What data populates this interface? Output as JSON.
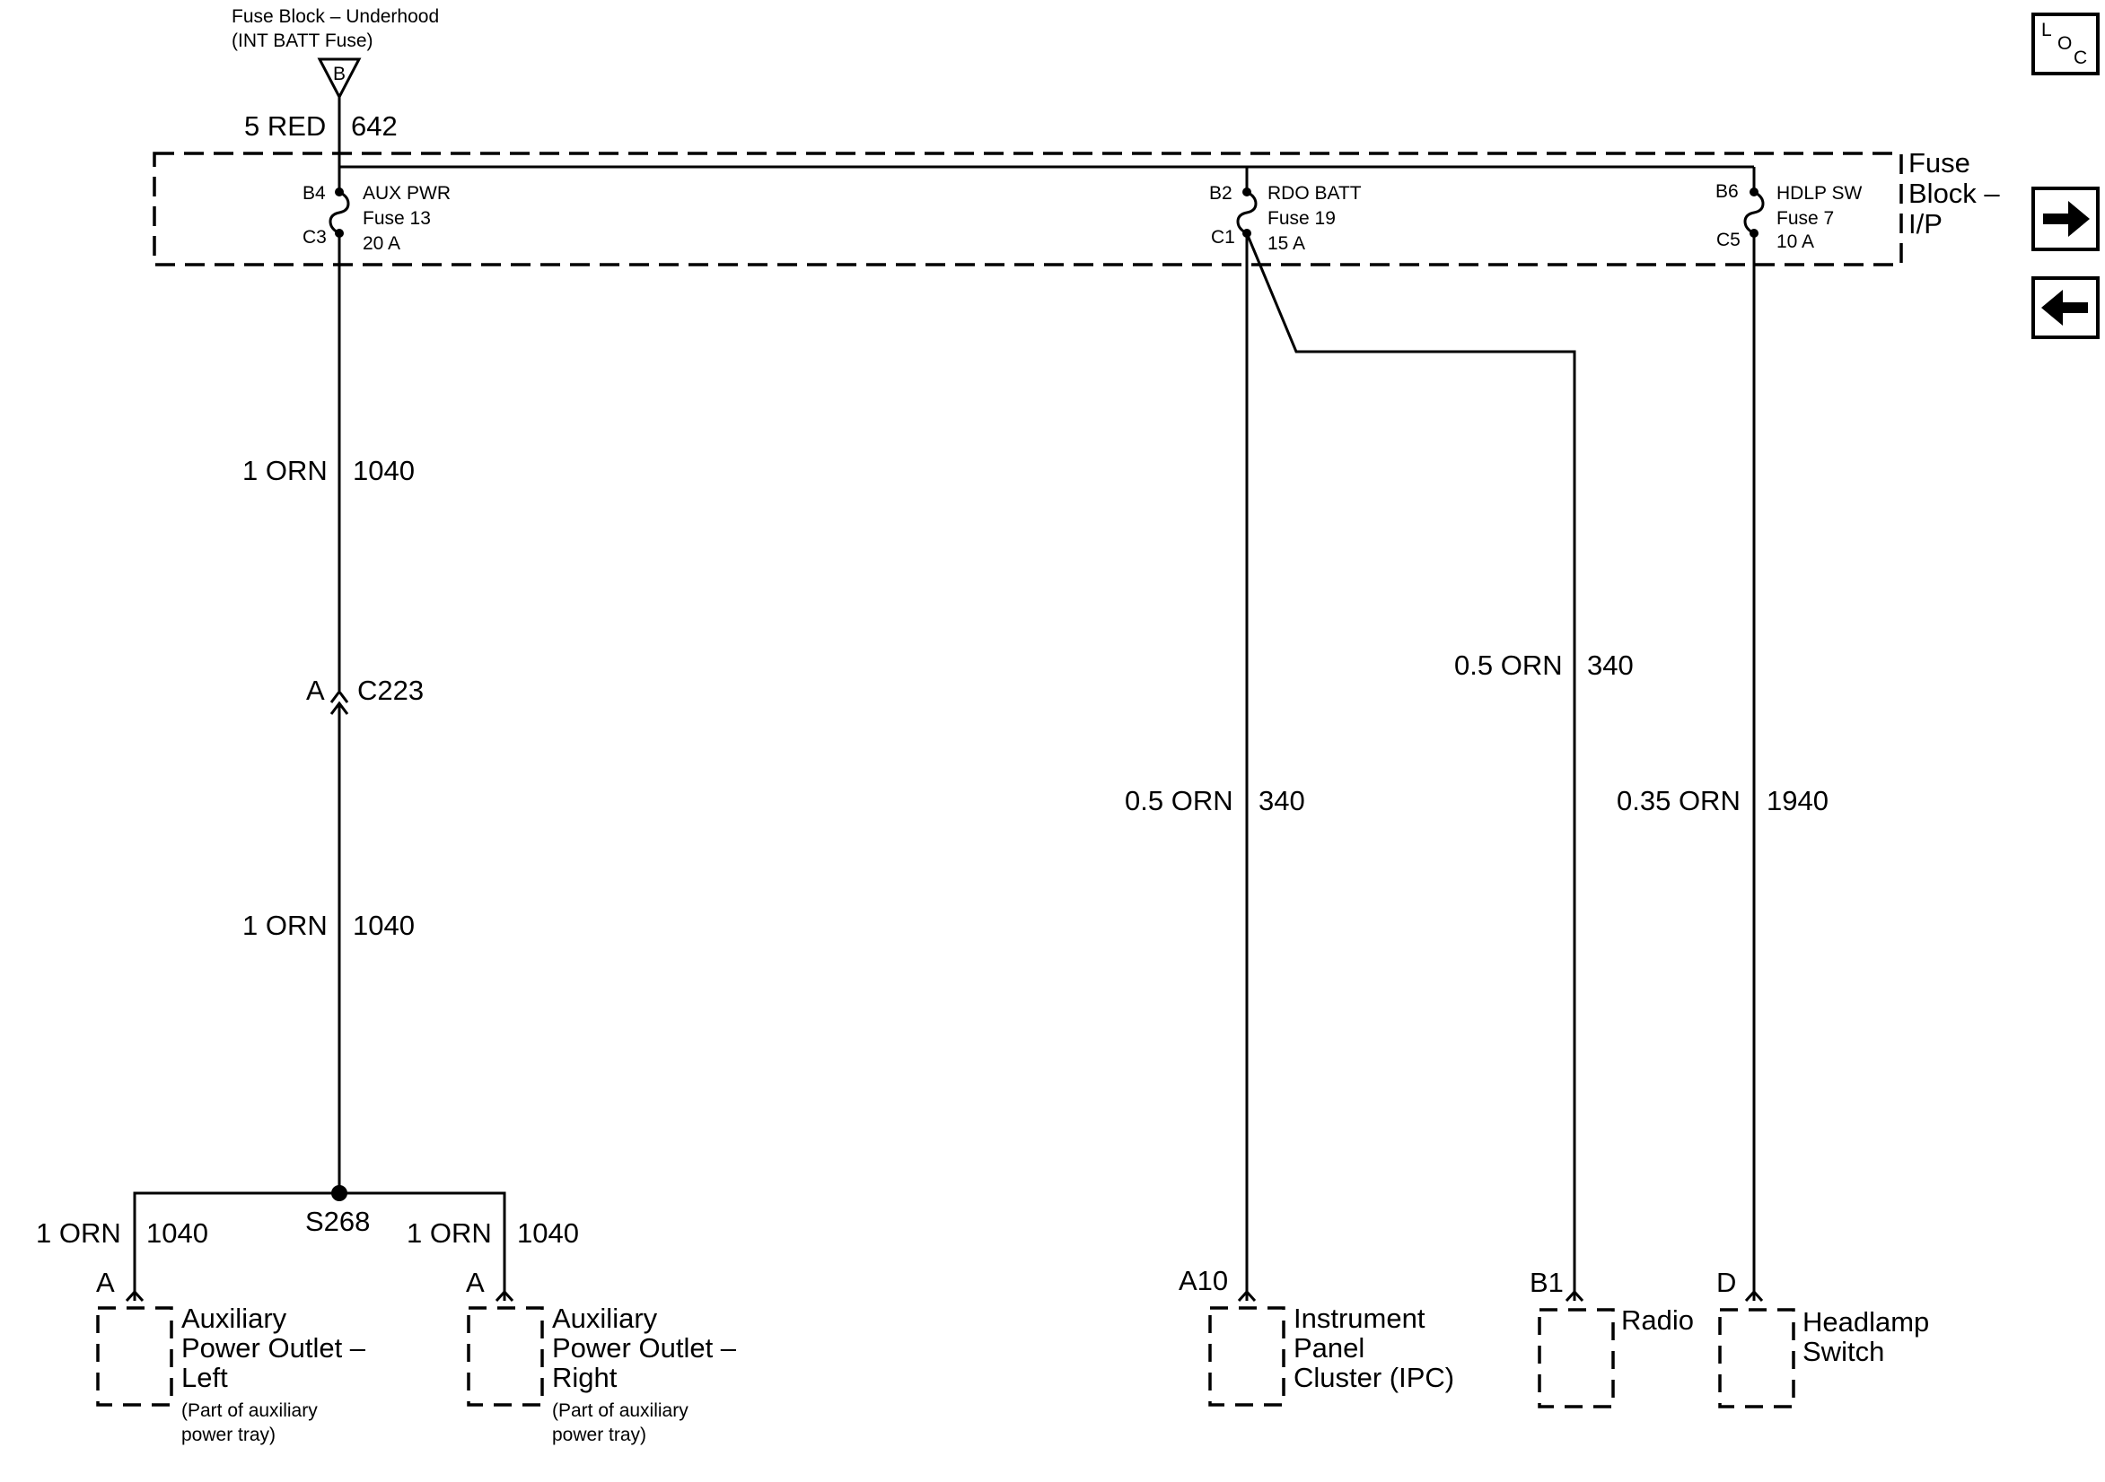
{
  "source": {
    "title_line1": "Fuse Block – Underhood",
    "title_line2": "(INT BATT Fuse)",
    "terminal": "B",
    "wire_size": "5 RED",
    "circuit": "642"
  },
  "fuse_block": {
    "label_line1": "Fuse",
    "label_line2": "Block –",
    "label_line3": "I/P",
    "fuses": [
      {
        "in_pin": "B4",
        "out_pin": "C3",
        "name": "AUX PWR",
        "fuse": "Fuse 13",
        "rating": "20 A"
      },
      {
        "in_pin": "B2",
        "out_pin": "C1",
        "name": "RDO BATT",
        "fuse": "Fuse 19",
        "rating": "15 A"
      },
      {
        "in_pin": "B6",
        "out_pin": "C5",
        "name": "HDLP SW",
        "fuse": "Fuse 7",
        "rating": "10 A"
      }
    ]
  },
  "wires": {
    "aux_upper": {
      "size": "1 ORN",
      "circuit": "1040"
    },
    "aux_lower": {
      "size": "1 ORN",
      "circuit": "1040"
    },
    "aux_left": {
      "size": "1 ORN",
      "circuit": "1040"
    },
    "aux_right": {
      "size": "1 ORN",
      "circuit": "1040"
    },
    "ipc": {
      "size": "0.5 ORN",
      "circuit": "340"
    },
    "radio": {
      "size": "0.5 ORN",
      "circuit": "340"
    },
    "headlamp": {
      "size": "0.35 ORN",
      "circuit": "1940"
    }
  },
  "connector": {
    "pin": "A",
    "name": "C223"
  },
  "splice": {
    "name": "S268"
  },
  "components": {
    "aux_left": {
      "pin": "A",
      "line1": "Auxiliary",
      "line2": "Power Outlet –",
      "line3": "Left",
      "note1": "(Part of auxiliary",
      "note2": "power tray)"
    },
    "aux_right": {
      "pin": "A",
      "line1": "Auxiliary",
      "line2": "Power Outlet –",
      "line3": "Right",
      "note1": "(Part of auxiliary",
      "note2": "power tray)"
    },
    "ipc": {
      "pin": "A10",
      "line1": "Instrument",
      "line2": "Panel",
      "line3": "Cluster (IPC)"
    },
    "radio": {
      "pin": "B1",
      "line1": "Radio"
    },
    "headlamp": {
      "pin": "D",
      "line1": "Headlamp",
      "line2": "Switch"
    }
  },
  "nav": {
    "loc_l": "L",
    "loc_o": "O",
    "loc_c": "C",
    "next_icon": "arrow-right-icon",
    "prev_icon": "arrow-left-icon"
  }
}
